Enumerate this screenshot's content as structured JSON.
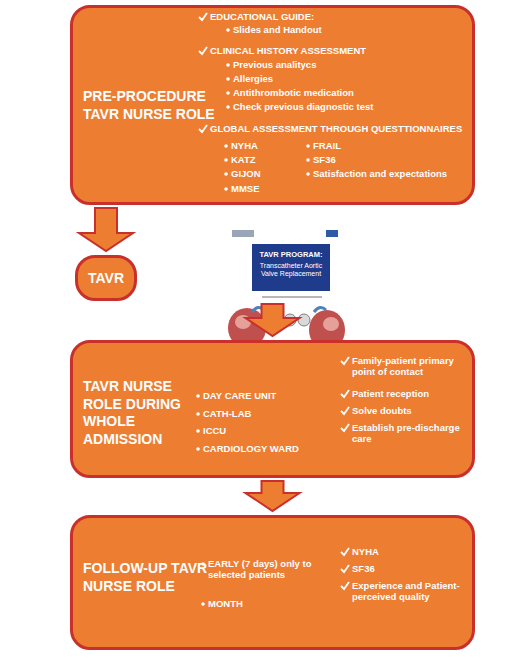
{
  "diagram": {
    "nodes": [
      {
        "text": [
          "PRE-PROCEDURE TAVR NURSE ROLE",
          "EDUCATIONAL GUIDE:",
          "Slides and Handout",
          "CLINICAL HISTORY ASSESSMENT",
          "Previous analitycs",
          "Allergies",
          "Antithrombotic medication",
          "Check previous diagnostic test",
          "GLOBAL ASSESSMENT THROUGH QUESTTIONNAIRES",
          "NYHA",
          "KATZ",
          "GIJON",
          "MMSE",
          "FRAIL",
          "SF36",
          "Satisfaction and expectations"
        ]
      },
      {
        "text": [
          "TAVR"
        ]
      },
      {
        "text": [
          "TAVR NURSE ROLE DURING WHOLE ADMISSION",
          "DAY CARE UNIT",
          "CATH-LAB",
          "ICCU",
          "CARDIOLOGY WARD",
          "Family-patient primary point of contact",
          "Patient reception",
          "Solve doubts",
          "Establish pre-discharge care"
        ]
      },
      {
        "text": [
          "FOLLOW-UP TAVR NURSE ROLE",
          "EARLY (7 days) only to selected patients",
          "MONTH",
          "NYHA",
          "SF36",
          "Experience and Patient-perceived quality"
        ]
      }
    ],
    "edges": [
      {
        "from": 0,
        "to": 1,
        "arrow": "to"
      },
      {
        "from": 1,
        "to": 2,
        "arrow": "to"
      },
      {
        "from": 2,
        "to": 3,
        "arrow": "to"
      }
    ],
    "labels": [
      "TAVR PROGRAM:",
      "Transcatheter Aortic Valve Replacement"
    ]
  }
}
